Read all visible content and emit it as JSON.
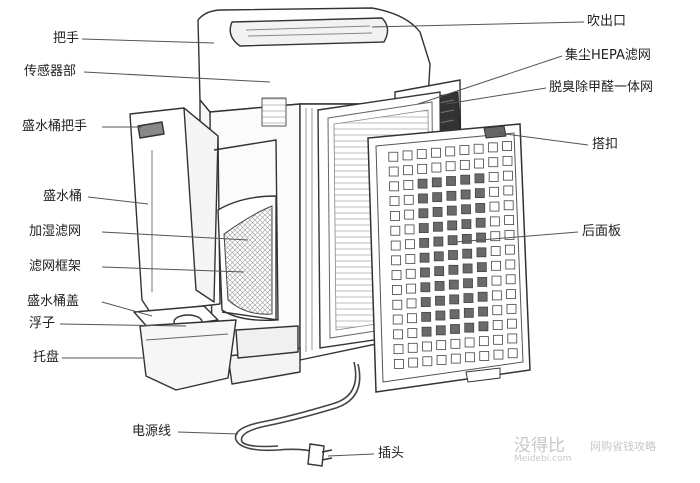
{
  "labels": {
    "handle": "把手",
    "sensor": "传感器部",
    "tank_handle": "盛水桶把手",
    "water_tank": "盛水桶",
    "humidify_filter": "加湿滤网",
    "filter_frame": "滤网框架",
    "tank_cap": "盛水桶盖",
    "float": "浮子",
    "tray": "托盘",
    "power_cord": "电源线",
    "plug": "插头",
    "outlet": "吹出口",
    "hepa_filter": "集尘HEPA滤网",
    "deodor_filter": "脱臭除甲醛一体网",
    "clip": "搭扣",
    "back_panel": "后面板"
  },
  "watermark": {
    "brand": "没得比",
    "domain": "Meidebi.com",
    "slogan": "网购省钱攻略"
  }
}
